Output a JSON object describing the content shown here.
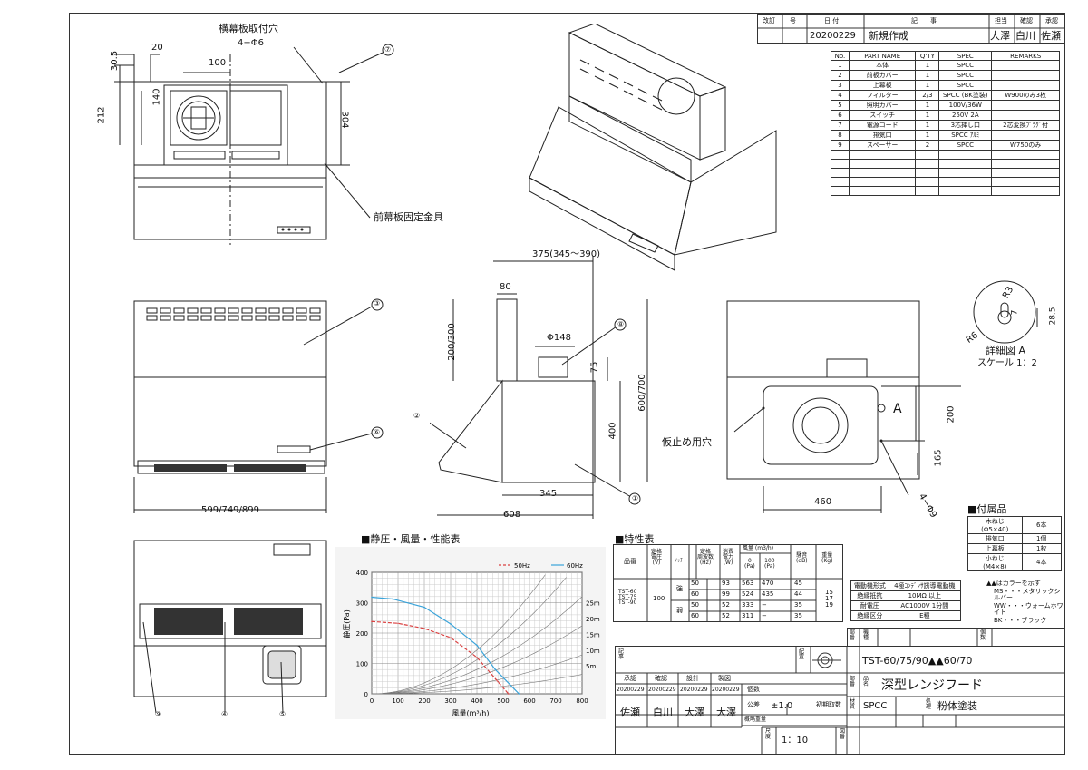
{
  "revision": {
    "headers": [
      "改訂",
      "号",
      "日 付",
      "記　　事",
      "担当",
      "確認",
      "承認"
    ],
    "row": {
      "date": "20200229",
      "note": "新規作成",
      "drawn": "大澤",
      "checked": "白川",
      "approved": "佐瀬"
    }
  },
  "parts": {
    "headers": [
      "No.",
      "PART NAME",
      "Q'TY",
      "SPEC",
      "REMARKS"
    ],
    "rows": [
      [
        "1",
        "本体",
        "1",
        "SPCC",
        ""
      ],
      [
        "2",
        "前板カバー",
        "1",
        "SPCC",
        ""
      ],
      [
        "3",
        "上幕板",
        "1",
        "SPCC",
        ""
      ],
      [
        "4",
        "フィルター",
        "2/3",
        "SPCC (BK塗装)",
        "W900のみ3枚"
      ],
      [
        "5",
        "照明カバー",
        "1",
        "100V/36W",
        ""
      ],
      [
        "6",
        "スイッチ",
        "1",
        "250V 2A",
        ""
      ],
      [
        "7",
        "電源コード",
        "1",
        "3芯挿し口",
        "2芯変換ﾌﾟﾗｸﾞ付"
      ],
      [
        "8",
        "排気口",
        "1",
        "SPCC ｱﾙﾐ",
        ""
      ],
      [
        "9",
        "スペーサー",
        "2",
        "SPCC",
        "W750のみ"
      ]
    ]
  },
  "dims": {
    "front_top": {
      "d20": "20",
      "d100": "100",
      "d30": "30.5",
      "d212": "212",
      "d140": "140",
      "d304": "304",
      "hole_title": "横幕板取付穴",
      "hole_spec": "4−Φ6",
      "bracket": "前幕板固定金具"
    },
    "front": {
      "width": "599/749/899"
    },
    "side": {
      "depth_top": "375(345〜390)",
      "d80": "80",
      "d148": "Φ148",
      "d75": "75",
      "d200_300": "200/300",
      "d600_700": "600/700",
      "d400": "400",
      "d345": "345",
      "d608": "608"
    },
    "back": {
      "temp_hole": "仮止め用穴",
      "d200": "200",
      "d165": "165",
      "d460": "460",
      "d4phi9": "4−Φ9",
      "mark_a": "A"
    },
    "detail": {
      "r3": "R3",
      "r6": "R6",
      "d7": "7",
      "d285": "28.5",
      "title": "詳細図 A",
      "scale": "スケール 1：2"
    },
    "balloons": [
      "①",
      "②",
      "③",
      "④",
      "⑤",
      "⑥",
      "⑦",
      "⑧",
      "⑨"
    ]
  },
  "accessories": {
    "title": "■付属品",
    "rows": [
      [
        "木ねじ\n(Φ5×40)",
        "6本"
      ],
      [
        "排気口",
        "1個"
      ],
      [
        "上幕板",
        "1枚"
      ],
      [
        "小ねじ\n(M4×8)",
        "4本"
      ]
    ]
  },
  "chart_section_title": "■静圧・風量・性能表",
  "chart_data": {
    "type": "line",
    "xlabel": "風量(m³/h)",
    "ylabel": "静圧(Pa)",
    "xlim": [
      0,
      800
    ],
    "ylim": [
      0,
      400
    ],
    "xticks": [
      "0",
      "100",
      "200",
      "300",
      "400",
      "500",
      "600",
      "700",
      "800"
    ],
    "yticks": [
      "0",
      "100",
      "200",
      "300",
      "400"
    ],
    "duct_labels": [
      "25m",
      "20m",
      "15m",
      "10m",
      "5m"
    ],
    "legend": [
      "50Hz",
      "60Hz"
    ],
    "series": [
      {
        "name": "50Hz",
        "color": "#d94040",
        "dash": true,
        "x": [
          0,
          100,
          200,
          300,
          400,
          480,
          520
        ],
        "y": [
          238,
          232,
          215,
          185,
          120,
          40,
          0
        ]
      },
      {
        "name": "60Hz",
        "color": "#3aa3d9",
        "dash": false,
        "x": [
          0,
          80,
          200,
          300,
          400,
          470,
          560
        ],
        "y": [
          318,
          312,
          285,
          230,
          160,
          80,
          0
        ]
      }
    ]
  },
  "spec_section_title": "■特性表",
  "spec_table": {
    "h_model": "品番",
    "h_voltage": "定格\n電圧\n(V)",
    "h_notch": "ﾉｯﾁ",
    "h_freq": "定格\n周波数\n(Hz)",
    "h_power": "消費\n電力\n(W)",
    "h_airflow": "風量 (m3/h)",
    "h_0pa": "0\n(Pa)",
    "h_100pa": "100\n(Pa)",
    "h_noise": "騒音\n(dB)",
    "h_weight": "重量\n(Kg)",
    "models": "TST-60\nTST-75\nTST-90",
    "voltage": "100",
    "strong": "強",
    "weak": "弱",
    "weights": "15\n17\n19",
    "rows": [
      [
        "50",
        "93",
        "563",
        "470",
        "45"
      ],
      [
        "60",
        "99",
        "524",
        "435",
        "44"
      ],
      [
        "50",
        "52",
        "333",
        "−",
        "35"
      ],
      [
        "60",
        "52",
        "311",
        "−",
        "35"
      ]
    ]
  },
  "motor_table": [
    [
      "電動機形式",
      "4極ｺﾝﾃﾞﾝｻ誘導電動機"
    ],
    [
      "絶縁抵抗",
      "10MΩ 以上"
    ],
    [
      "耐電圧",
      "AC1000V 1分間"
    ],
    [
      "絶縁区分",
      "E種"
    ]
  ],
  "color_notes": [
    "▲▲はカラーを示す",
    "MS・・・メタリックシルバー",
    "WW・・・ウォームホワイト",
    "BK・・・ブラック"
  ],
  "title_block": {
    "dept": "部\n番",
    "model_lbl": "機\n種",
    "model": "TST-60/75/90▲▲60/70",
    "qty_lbl": "個\n数",
    "note_lbl": "記\n事",
    "layout_lbl": "配\n置",
    "part_lbl": "部\n番",
    "name_lbl": "品\n名",
    "name": "深型レンジフード",
    "approve": "承認",
    "check": "確認",
    "design": "設計",
    "draft": "製図",
    "d1": "20200229",
    "d2": "20200229",
    "d3": "20200229",
    "d4": "20200229",
    "n1": "佐瀬",
    "n2": "白川",
    "n3": "大澤",
    "n4": "大澤",
    "count_lbl": "個数",
    "tol_lbl": "公差",
    "tol": "±1.0",
    "first_lbl": "初期取数",
    "weight_lbl": "概略重量",
    "mat_lbl": "材\n質",
    "material": "SPCC",
    "finish_lbl": "処\n理",
    "finish": "粉体塗装",
    "scale_lbl": "尺\n度",
    "scale": "1：10",
    "fig_lbl": "図\n番"
  }
}
